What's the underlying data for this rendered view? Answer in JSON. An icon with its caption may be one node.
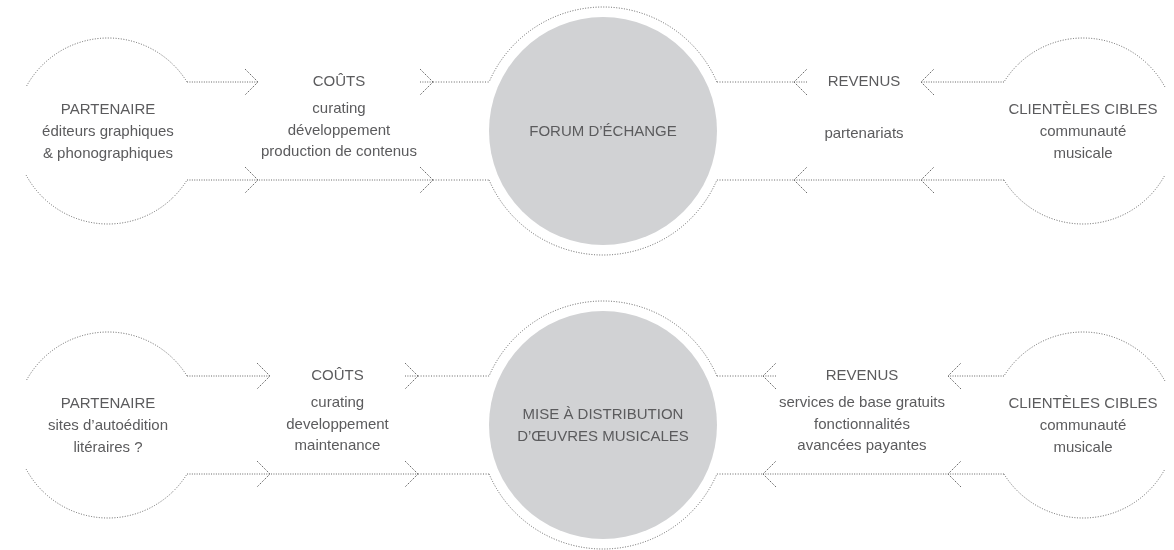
{
  "diagram": {
    "nodes": [
      {
        "text": [
          "PARTENAIRE",
          "éditeurs graphiques & phonographiques"
        ]
      },
      {
        "text": [
          "COÛTS",
          "curating",
          "développement",
          "production de contenus"
        ]
      },
      {
        "text": [
          "FORUM D’ÉCHANGE"
        ]
      },
      {
        "text": [
          "REVENUS",
          "partenariats"
        ]
      },
      {
        "text": [
          "CLIENTÈLES CIBLES",
          "communauté musicale"
        ]
      },
      {
        "text": [
          "PARTENAIRE",
          "sites d’autoédition litéraires ?"
        ]
      },
      {
        "text": [
          "COÛTS",
          "curating",
          "developpement",
          "maintenance"
        ]
      },
      {
        "text": [
          "MISE À DISTRIBUTION D’ŒUVRES MUSICALES"
        ]
      },
      {
        "text": [
          "REVENUS",
          "services de base gratuits",
          "fonctionnalités avancées payantes"
        ]
      },
      {
        "text": [
          "CLIENTÈLES CIBLES",
          "communauté musicale"
        ]
      }
    ],
    "edges": [
      {
        "from": 0,
        "to": 1,
        "arrow": "to"
      },
      {
        "from": 1,
        "to": 2,
        "arrow": "to"
      },
      {
        "from": 0,
        "to": 2,
        "arrow": "to"
      },
      {
        "from": 4,
        "to": 3,
        "arrow": "to"
      },
      {
        "from": 3,
        "to": 2,
        "arrow": "to"
      },
      {
        "from": 4,
        "to": 2,
        "arrow": "to"
      },
      {
        "from": 5,
        "to": 6,
        "arrow": "to"
      },
      {
        "from": 6,
        "to": 7,
        "arrow": "to"
      },
      {
        "from": 5,
        "to": 7,
        "arrow": "to"
      },
      {
        "from": 9,
        "to": 8,
        "arrow": "to"
      },
      {
        "from": 8,
        "to": 7,
        "arrow": "to"
      },
      {
        "from": 9,
        "to": 7,
        "arrow": "to"
      }
    ]
  }
}
